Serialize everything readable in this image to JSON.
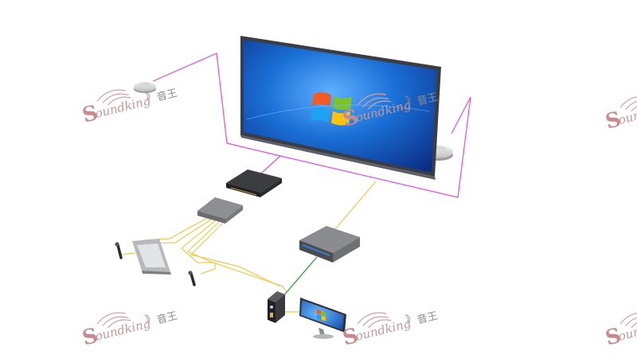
{
  "watermark": {
    "brand": "oundking",
    "initial": "S",
    "chinese": "音王",
    "marks": "》"
  },
  "colors": {
    "speaker_cable": "#e64ae6",
    "signal_cable": "#f2c94c",
    "network_cable": "#1fa83a",
    "screen_blue": "#1a6fd6",
    "device_gray": "#6e7177",
    "device_dark": "#2a2b2e",
    "watermark": "#c9969a"
  },
  "components": [
    {
      "name": "ceiling-speaker-left"
    },
    {
      "name": "ceiling-speaker-right"
    },
    {
      "name": "large-display-screen"
    },
    {
      "name": "rack-amplifier"
    },
    {
      "name": "audio-processor"
    },
    {
      "name": "touch-control-panel"
    },
    {
      "name": "wireless-microphone-left"
    },
    {
      "name": "wireless-microphone-right"
    },
    {
      "name": "matrix-switcher"
    },
    {
      "name": "desktop-computer"
    },
    {
      "name": "monitor"
    }
  ]
}
